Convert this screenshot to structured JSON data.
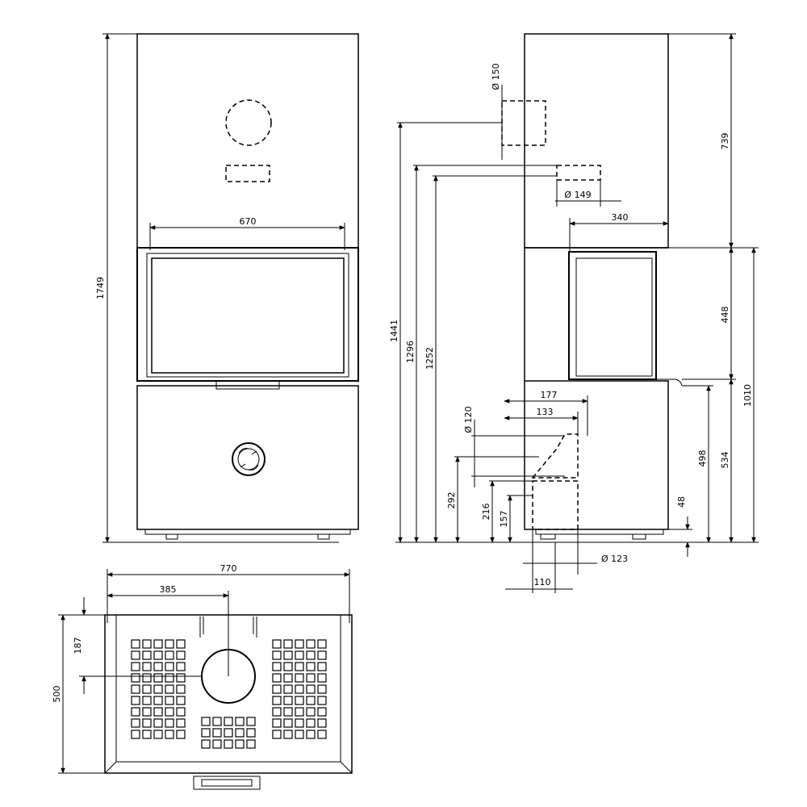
{
  "front_view": {
    "height_total": "1749",
    "opening_width": "670"
  },
  "side_view": {
    "flue_top_diameter": "Ø 150",
    "flue_rear_diameter": "Ø 149",
    "depth_top": "340",
    "top_section_height": "739",
    "height_1441": "1441",
    "height_1296": "1296",
    "height_1252": "1252",
    "window_height": "448",
    "total_1010": "1010",
    "height_534": "534",
    "height_498": "498",
    "air_diameter_120": "Ø 120",
    "dist_177": "177",
    "dist_133": "133",
    "height_292": "292",
    "height_216": "216",
    "height_157": "157",
    "feet_48": "48",
    "air_diameter_123": "Ø 123",
    "dist_110": "110"
  },
  "top_view": {
    "width_total": "770",
    "center_385": "385",
    "depth_total": "500",
    "flue_offset": "187"
  }
}
